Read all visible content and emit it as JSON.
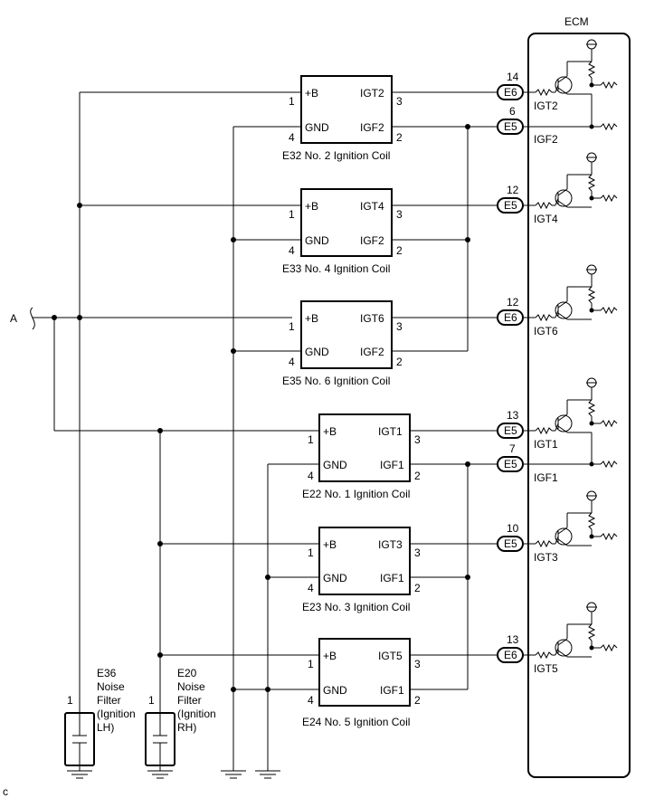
{
  "ecm": {
    "title": "ECM"
  },
  "a_label": "A",
  "corner_label": "c",
  "coils": [
    {
      "caption": "E32 No. 2 Ignition Coil",
      "pwr": "+B",
      "gnd": "GND",
      "igt": "IGT2",
      "igf": "IGF2",
      "p_pwr": "1",
      "p_gnd": "4",
      "p_igt": "3",
      "p_igf": "2"
    },
    {
      "caption": "E33 No. 4 Ignition Coil",
      "pwr": "+B",
      "gnd": "GND",
      "igt": "IGT4",
      "igf": "IGF2",
      "p_pwr": "1",
      "p_gnd": "4",
      "p_igt": "3",
      "p_igf": "2"
    },
    {
      "caption": "E35 No. 6 Ignition Coil",
      "pwr": "+B",
      "gnd": "GND",
      "igt": "IGT6",
      "igf": "IGF2",
      "p_pwr": "1",
      "p_gnd": "4",
      "p_igt": "3",
      "p_igf": "2"
    },
    {
      "caption": "E22 No. 1 Ignition Coil",
      "pwr": "+B",
      "gnd": "GND",
      "igt": "IGT1",
      "igf": "IGF1",
      "p_pwr": "1",
      "p_gnd": "4",
      "p_igt": "3",
      "p_igf": "2"
    },
    {
      "caption": "E23 No. 3 Ignition Coil",
      "pwr": "+B",
      "gnd": "GND",
      "igt": "IGT3",
      "igf": "IGF1",
      "p_pwr": "1",
      "p_gnd": "4",
      "p_igt": "3",
      "p_igf": "2"
    },
    {
      "caption": "E24 No. 5 Ignition Coil",
      "pwr": "+B",
      "gnd": "GND",
      "igt": "IGT5",
      "igf": "IGF1",
      "p_pwr": "1",
      "p_gnd": "4",
      "p_igt": "3",
      "p_igf": "2"
    }
  ],
  "connectors": [
    {
      "name": "E6",
      "pin": "14",
      "signal": "IGT2"
    },
    {
      "name": "E5",
      "pin": "6",
      "signal": "IGF2"
    },
    {
      "name": "E5",
      "pin": "12",
      "signal": "IGT4"
    },
    {
      "name": "E6",
      "pin": "12",
      "signal": "IGT6"
    },
    {
      "name": "E5",
      "pin": "13",
      "signal": "IGT1"
    },
    {
      "name": "E5",
      "pin": "7",
      "signal": "IGF1"
    },
    {
      "name": "E5",
      "pin": "10",
      "signal": "IGT3"
    },
    {
      "name": "E6",
      "pin": "13",
      "signal": "IGT5"
    }
  ],
  "filters": [
    {
      "pin": "1",
      "lines": [
        "E36",
        "Noise",
        "Filter",
        "(Ignition",
        "LH)"
      ]
    },
    {
      "pin": "1",
      "lines": [
        "E20",
        "Noise",
        "Filter",
        "(Ignition",
        "RH)"
      ]
    }
  ]
}
